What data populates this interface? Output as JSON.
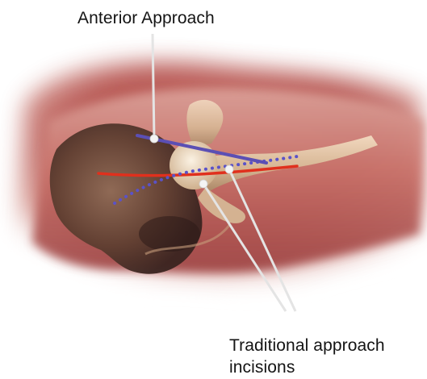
{
  "labels": {
    "anterior": "Anterior Approach",
    "traditional_line1": "Traditional approach",
    "traditional_line2": "incisions"
  },
  "colors": {
    "anterior_incision": "#5b4fb4",
    "traditional_incision_solid": "#e0301d",
    "traditional_incision_dotted": "#5a52c8",
    "leader_line": "#e4e4e4",
    "label_text": "#141414"
  }
}
